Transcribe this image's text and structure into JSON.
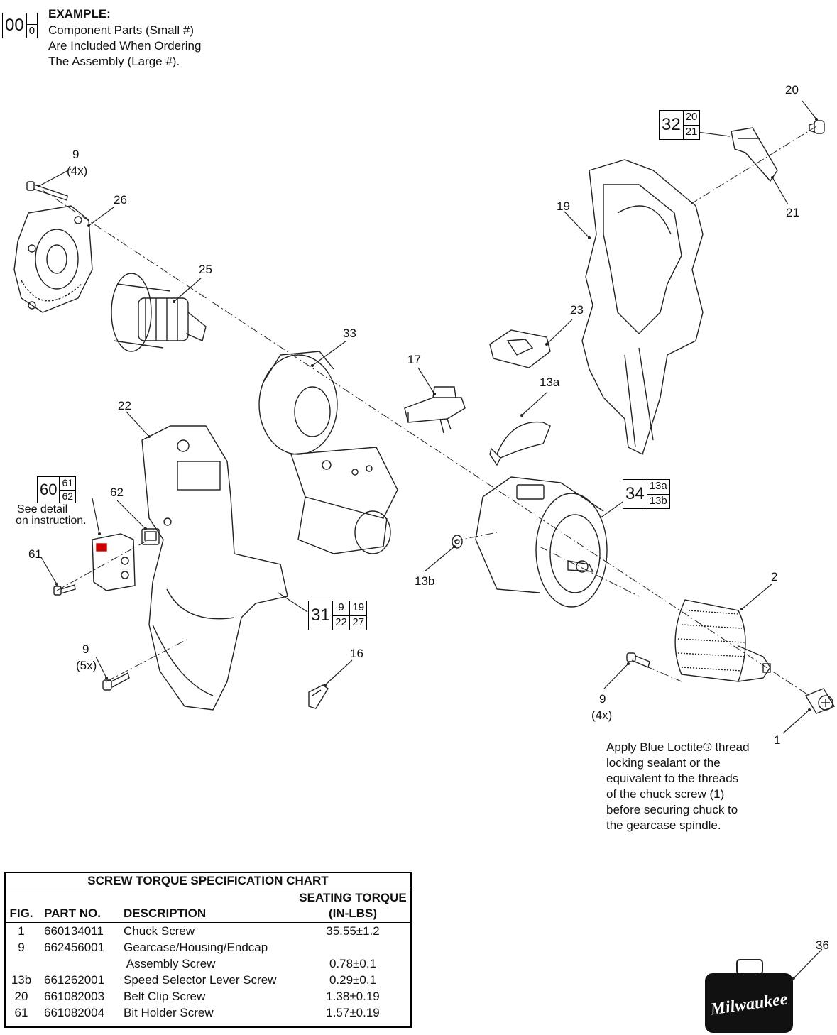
{
  "example": {
    "big_number": "00",
    "small_number": "0",
    "heading": "EXAMPLE:",
    "lines": [
      "Component Parts (Small #)",
      "Are Included When Ordering",
      "The Assembly (Large #)."
    ]
  },
  "callouts": {
    "p20": "20",
    "p21": "21",
    "p19": "19",
    "p9_top": "9",
    "p9_top_qty": "(4x)",
    "p26": "26",
    "p25": "25",
    "p23": "23",
    "p33": "33",
    "p17": "17",
    "p13a": "13a",
    "p22": "22",
    "p62": "62",
    "p61": "61",
    "p13b": "13b",
    "p2": "2",
    "p16": "16",
    "p9_left": "9",
    "p9_left_qty": "(5x)",
    "p9_right": "9",
    "p9_right_qty": "(4x)",
    "p1": "1",
    "p36": "36"
  },
  "kits": {
    "k32": {
      "big": "32",
      "subs": [
        "20",
        "21"
      ]
    },
    "k60": {
      "big": "60",
      "subs": [
        "61",
        "62"
      ],
      "note": [
        "See detail",
        "on instruction."
      ]
    },
    "k34": {
      "big": "34",
      "subs": [
        "13a",
        "13b"
      ]
    },
    "k31": {
      "big": "31",
      "subs": [
        "9",
        "19",
        "22",
        "27"
      ]
    }
  },
  "loctite_note": [
    "Apply Blue Loctite® thread",
    "locking sealant or the",
    "equivalent to the threads",
    "of the chuck screw (1)",
    "before securing chuck to",
    "the gearcase spindle."
  ],
  "torque_chart": {
    "title": "SCREW TORQUE SPECIFICATION CHART",
    "headers": {
      "fig": "FIG.",
      "part": "PART NO.",
      "desc": "DESCRIPTION",
      "torque_line1": "SEATING TORQUE",
      "torque_line2": "(IN-LBS)"
    },
    "rows": [
      {
        "fig": "1",
        "part": "660134011",
        "desc": "Chuck Screw",
        "torque": "35.55±1.2"
      },
      {
        "fig": "9",
        "part": "662456001",
        "desc": "Gearcase/Housing/Endcap",
        "torque": ""
      },
      {
        "fig": "",
        "part": "",
        "desc": " Assembly Screw",
        "torque": "0.78±0.1"
      },
      {
        "fig": "13b",
        "part": "661262001",
        "desc": "Speed Selector Lever Screw",
        "torque": "0.29±0.1"
      },
      {
        "fig": "20",
        "part": "661082003",
        "desc": "Belt Clip Screw",
        "torque": "1.38±0.19"
      },
      {
        "fig": "61",
        "part": "661082004",
        "desc": "Bit Holder Screw",
        "torque": "1.57±0.19"
      }
    ]
  },
  "case_brand": "Milwaukee"
}
